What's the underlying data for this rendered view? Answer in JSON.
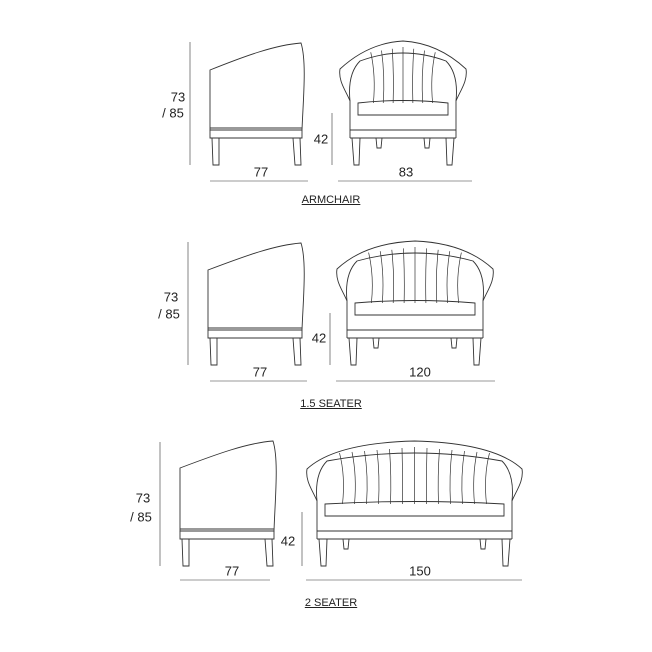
{
  "variants": [
    {
      "name": "ARMCHAIR",
      "height": "73",
      "height_alt": "/ 85",
      "depth": "77",
      "seat_height": "42",
      "width": "83"
    },
    {
      "name": "1.5 SEATER",
      "height": "73",
      "height_alt": "/ 85",
      "depth": "77",
      "seat_height": "42",
      "width": "120"
    },
    {
      "name": "2 SEATER",
      "height": "73",
      "height_alt": "/ 85",
      "depth": "77",
      "seat_height": "42",
      "width": "150"
    }
  ],
  "line_color": "#333333"
}
